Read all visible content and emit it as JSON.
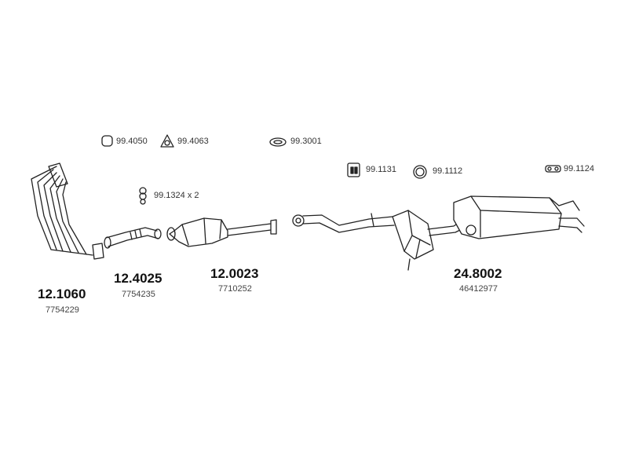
{
  "accessories": [
    {
      "id": "clamp",
      "icon": "clamp-ring-icon",
      "ref": "99.4050"
    },
    {
      "id": "gasket-tri",
      "icon": "triangular-gasket-icon",
      "ref": "99.4063"
    },
    {
      "id": "gasket-oval",
      "icon": "oval-gasket-icon",
      "ref": "99.3001"
    },
    {
      "id": "bolt",
      "icon": "bolt-flange-icon",
      "ref": "99.1324 x 2"
    },
    {
      "id": "hanger-bracket",
      "icon": "hanger-bracket-icon",
      "ref": "99.1131"
    },
    {
      "id": "rubber-ring",
      "icon": "rubber-ring-icon",
      "ref": "99.1112"
    },
    {
      "id": "rubber-mount",
      "icon": "rubber-mount-icon",
      "ref": "99.1124"
    }
  ],
  "parts": [
    {
      "id": "manifold",
      "code": "12.1060",
      "oem": "7754229"
    },
    {
      "id": "front-pipe",
      "code": "12.4025",
      "oem": "7754235"
    },
    {
      "id": "catalyst",
      "code": "12.0023",
      "oem": "7710252"
    },
    {
      "id": "rear-system",
      "code": "24.8002",
      "oem": "46412977"
    }
  ]
}
